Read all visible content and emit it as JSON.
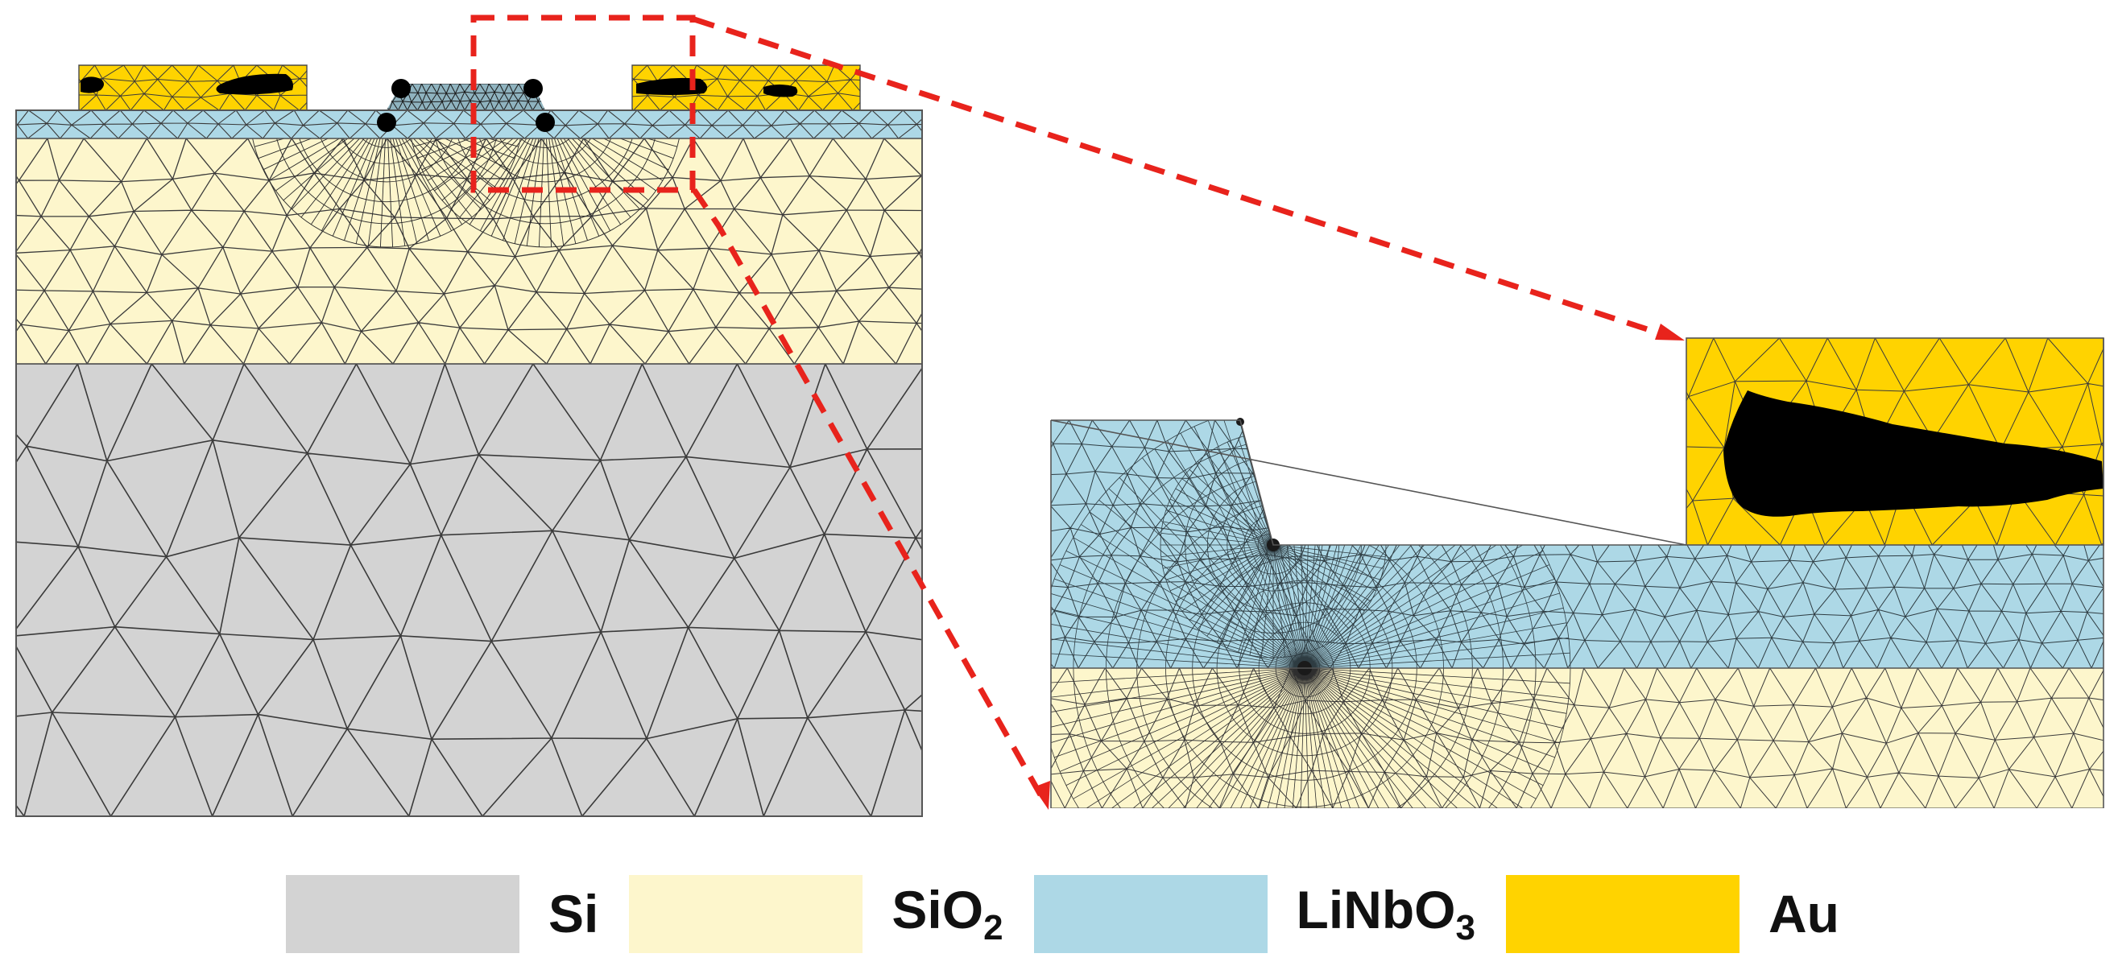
{
  "diagram": {
    "kind": "finite-element mesh cross-section",
    "views": [
      "full-cross-section",
      "zoomed-detail"
    ],
    "zoom_indicator": {
      "color": "#e8231c",
      "style": "dashed"
    }
  },
  "colors": {
    "Si": "#d3d3d3",
    "SiO2": "#fdf6cc",
    "LiNbO3": "#add8e6",
    "Au": "#ffd300",
    "mesh": "#3c3c3c",
    "dense_mesh": "#000000"
  },
  "legend": [
    {
      "id": "si",
      "label": "Si",
      "sub": "",
      "suffix": "",
      "color": "#d3d3d3"
    },
    {
      "id": "sio2",
      "label": "SiO",
      "sub": "2",
      "suffix": "",
      "color": "#fdf6cc"
    },
    {
      "id": "linbo3",
      "label": "LiNbO",
      "sub": "3",
      "suffix": "",
      "color": "#add8e6"
    },
    {
      "id": "au",
      "label": "Au",
      "sub": "",
      "suffix": "",
      "color": "#ffd300"
    }
  ]
}
